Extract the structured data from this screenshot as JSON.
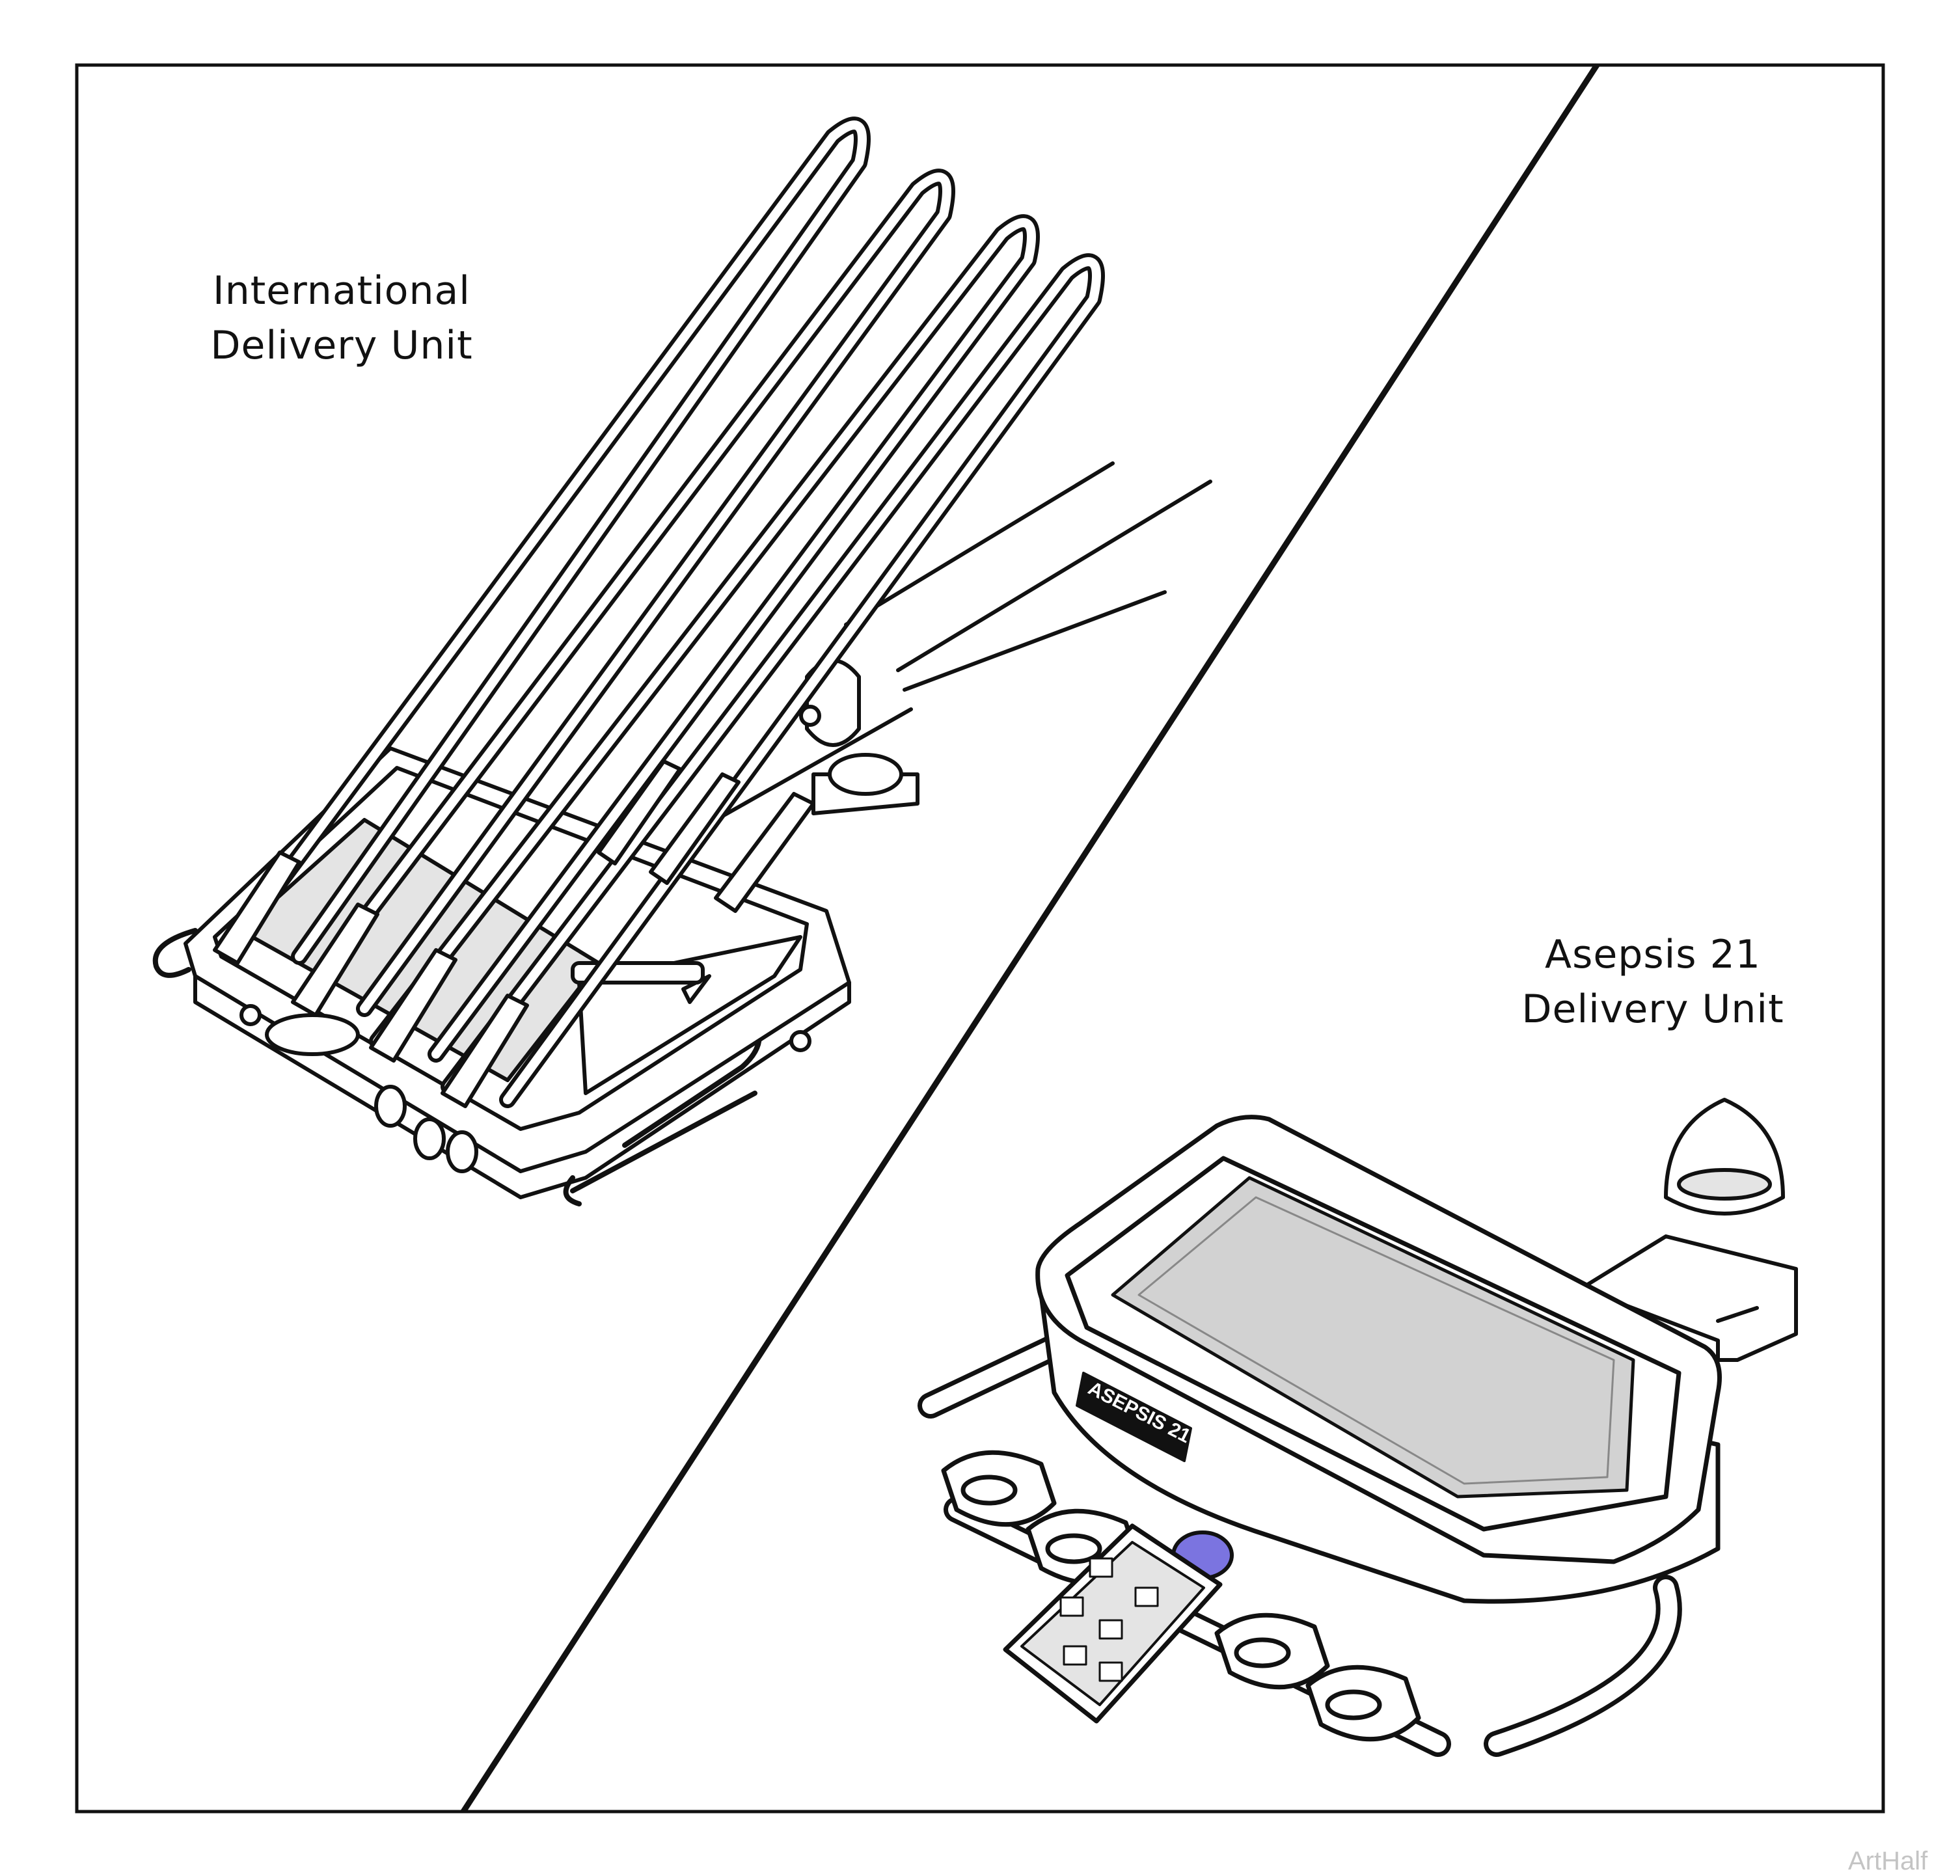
{
  "labels": {
    "international_line1": "International",
    "international_line2": "Delivery Unit",
    "asepsis_line1": "Asepsis 21",
    "asepsis_line2": "Delivery Unit"
  },
  "asepsis_plate_text": "ASEPSIS 21",
  "watermark": "ArtHalf",
  "colors": {
    "line": "#111111",
    "panel_fill": "#e4e4e4",
    "button_accent": "#7b74e0"
  }
}
